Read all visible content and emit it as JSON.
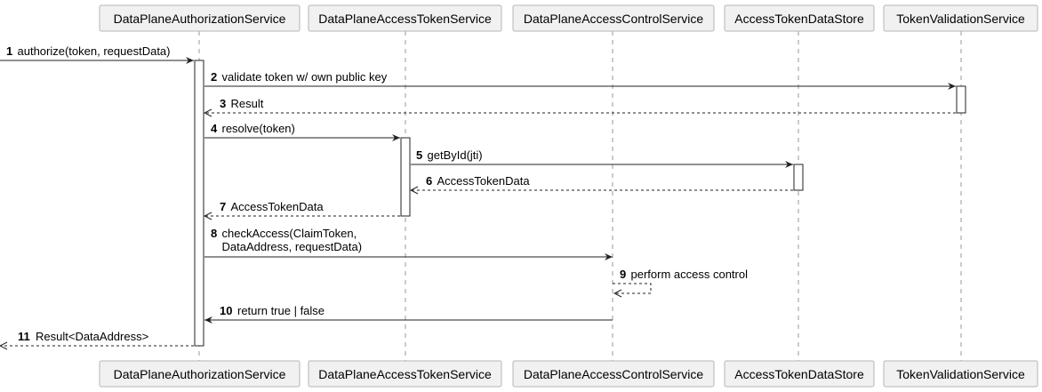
{
  "participants": [
    {
      "id": "auth",
      "name": "DataPlaneAuthorizationService"
    },
    {
      "id": "token",
      "name": "DataPlaneAccessTokenService"
    },
    {
      "id": "ctrl",
      "name": "DataPlaneAccessControlService"
    },
    {
      "id": "store",
      "name": "AccessTokenDataStore"
    },
    {
      "id": "valid",
      "name": "TokenValidationService"
    }
  ],
  "messages": [
    {
      "num": "1",
      "from": "external",
      "to": "auth",
      "kind": "sync",
      "lines": [
        "authorize(token, requestData)"
      ]
    },
    {
      "num": "2",
      "from": "auth",
      "to": "valid",
      "kind": "sync",
      "lines": [
        "validate token w/ own public key"
      ]
    },
    {
      "num": "3",
      "from": "valid",
      "to": "auth",
      "kind": "reply",
      "lines": [
        "Result"
      ]
    },
    {
      "num": "4",
      "from": "auth",
      "to": "token",
      "kind": "sync",
      "lines": [
        "resolve(token)"
      ]
    },
    {
      "num": "5",
      "from": "token",
      "to": "store",
      "kind": "sync",
      "lines": [
        "getById(jti)"
      ]
    },
    {
      "num": "6",
      "from": "store",
      "to": "token",
      "kind": "reply",
      "lines": [
        "AccessTokenData"
      ]
    },
    {
      "num": "7",
      "from": "token",
      "to": "auth",
      "kind": "reply",
      "lines": [
        "AccessTokenData"
      ]
    },
    {
      "num": "8",
      "from": "auth",
      "to": "ctrl",
      "kind": "sync",
      "lines": [
        "checkAccess(ClaimToken,",
        "DataAddress, requestData)"
      ]
    },
    {
      "num": "9",
      "from": "ctrl",
      "to": "ctrl",
      "kind": "self-reply",
      "lines": [
        "perform access control"
      ]
    },
    {
      "num": "10",
      "from": "ctrl",
      "to": "auth",
      "kind": "sync",
      "lines": [
        "return true | false"
      ]
    },
    {
      "num": "11",
      "from": "auth",
      "to": "external",
      "kind": "reply",
      "lines": [
        "Result<DataAddress>"
      ]
    }
  ],
  "colors": {
    "box_fill": "#f1f1f1",
    "box_stroke": "#b5b5b5",
    "line": "#222222"
  }
}
